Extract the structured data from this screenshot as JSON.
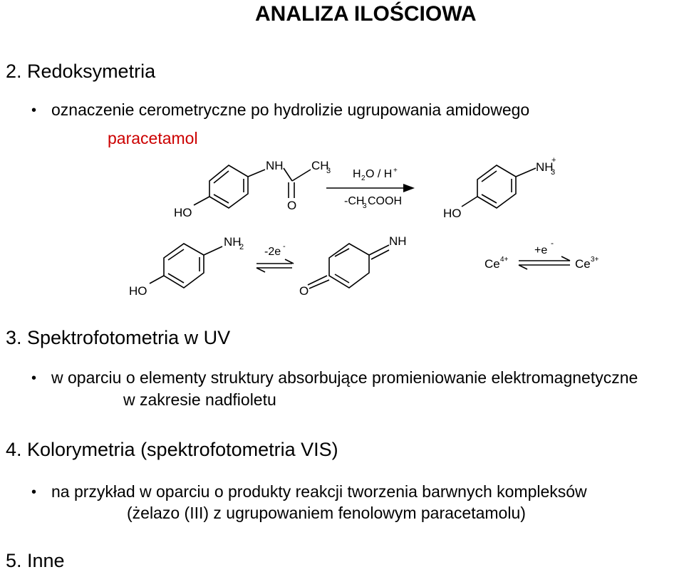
{
  "title": "ANALIZA ILOŚCIOWA",
  "section2": {
    "heading": "2. Redoksymetria",
    "bullet": "•",
    "text": "oznaczenie cerometryczne po hydrolizie ugrupowania amidowego",
    "compound": "paracetamol",
    "colors": {
      "compound": "#cc0000"
    }
  },
  "scheme": {
    "reaction1": {
      "reactant": {
        "ho": "HO",
        "nh": "NH",
        "ch": "CH",
        "ch_sub": "3",
        "o": "O"
      },
      "reagent_top": {
        "h": "H",
        "h_sub": "2",
        "o": "O / H",
        "plus": "+"
      },
      "reagent_bottom": {
        "pre": "-CH",
        "sub": "3",
        "post": "COOH"
      },
      "product": {
        "nh": "NH",
        "nh_sub": "3",
        "plus": "+",
        "ho": "HO"
      }
    },
    "reaction2": {
      "reactant": {
        "nh": "NH",
        "nh_sub": "2",
        "ho": "HO"
      },
      "reagent": {
        "main": "-2e",
        "sup": "-"
      },
      "product": {
        "nh": "NH",
        "o": "O"
      }
    },
    "ce_couple": {
      "left": "Ce",
      "left_sup": "4+",
      "reagent": "+e",
      "reagent_sup": "-",
      "right": "Ce",
      "right_sup": "3+"
    }
  },
  "section3": {
    "heading": "3. Spektrofotometria w UV",
    "bullet": "•",
    "text_line1": "w oparciu o elementy struktury absorbujące promieniowanie elektromagnetyczne",
    "text_line2": "w zakresie nadfioletu"
  },
  "section4": {
    "heading": "4. Kolorymetria (spektrofotometria VIS)",
    "bullet": "•",
    "text_line1": "na przykład w oparciu o produkty reakcji tworzenia barwnych kompleksów",
    "text_line2": "(żelazo (III) z ugrupowaniem fenolowym paracetamolu)"
  },
  "section5": {
    "heading": "5. Inne"
  }
}
